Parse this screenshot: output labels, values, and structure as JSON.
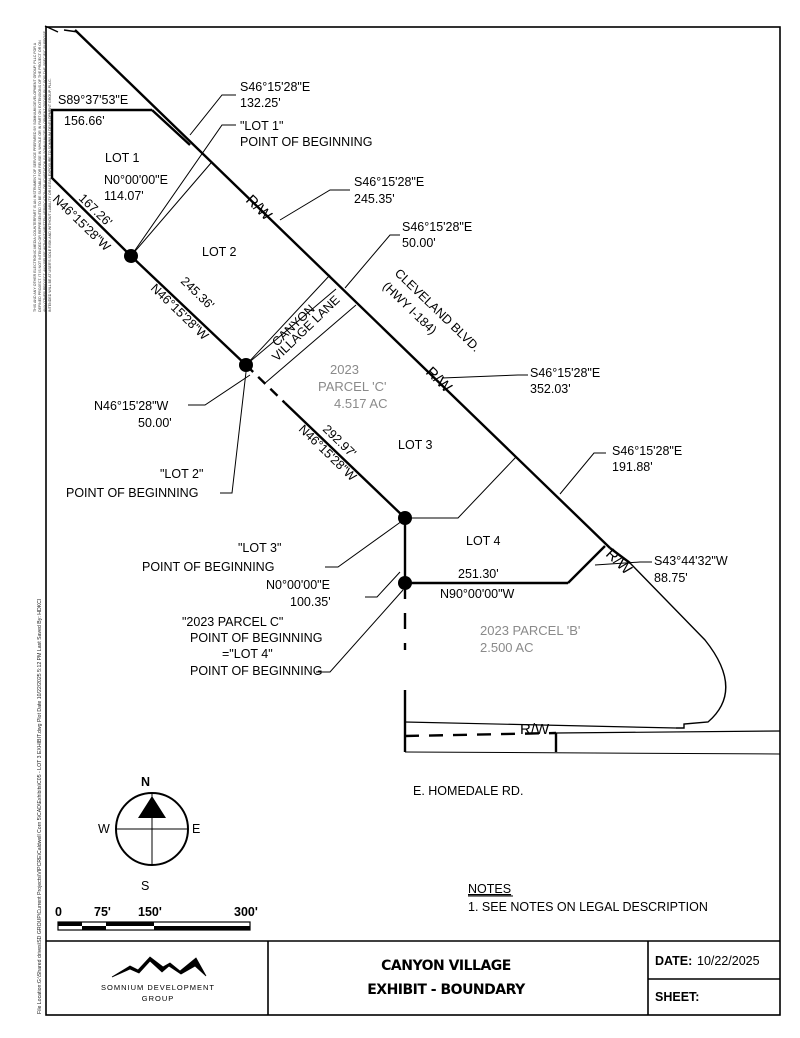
{
  "lots": {
    "lot1": "LOT 1",
    "lot2": "LOT 2",
    "lot3": "LOT 3",
    "lot4": "LOT 4"
  },
  "parcels": {
    "c_year": "2023",
    "c_name": "PARCEL 'C'",
    "c_area": "4.517 AC",
    "b_name": "2023 PARCEL 'B'",
    "b_area": "2.500 AC"
  },
  "streets": {
    "cleveland_1": "CLEVELAND BLVD.",
    "cleveland_2": "(HWY I-184)",
    "canyon_1": "CANYON",
    "canyon_2": "VILLAGE LANE",
    "homedale": "E. HOMEDALE RD.",
    "rw": "R/W"
  },
  "bearings": {
    "s89_bearing": "S89°37'53\"E",
    "s89_dist": "156.66'",
    "a_bearing": "S46°15'28\"E",
    "a_dist": "132.25'",
    "lot1_pob_1": "\"LOT 1\"",
    "lot1_pob_2": "POINT OF BEGINNING",
    "n0_bearing": "N0°00'00\"E",
    "n0_dist": "114.07'",
    "b_bearing": "S46°15'28\"E",
    "b_dist": "245.35'",
    "w167_dist": "167.26'",
    "w167_bearing": "N46°15'28\"W",
    "c_bearing": "S46°15'28\"E",
    "c_dist": "50.00'",
    "w245_dist": "245.36'",
    "w245_bearing": "N46°15'28\"W",
    "d_bearing": "S46°15'28\"E",
    "d_dist": "352.03'",
    "w50_bearing": "N46°15'28\"W",
    "w50_dist": "50.00'",
    "w292_dist": "292.97'",
    "w292_bearing": "N46°15'28\"W",
    "lot2_pob_1": "\"LOT 2\"",
    "lot2_pob_2": "POINT OF BEGINNING",
    "e_bearing": "S46°15'28\"E",
    "e_dist": "191.88'",
    "lot3_pob_1": "\"LOT 3\"",
    "lot3_pob_2": "POINT OF BEGINNING",
    "s43_bearing": "S43°44'32\"W",
    "s43_dist": "88.75'",
    "dist_251": "251.30'",
    "n90_bearing": "N90°00'00\"W",
    "n0b_bearing": "N0°00'00\"E",
    "n0b_dist": "100.35'",
    "pc_1": "\"2023 PARCEL C\"",
    "pc_2": "POINT OF BEGINNING",
    "pc_3": "=\"LOT 4\"",
    "pc_4": "POINT OF BEGINNING"
  },
  "compass": {
    "n": "N",
    "s": "S",
    "e": "E",
    "w": "W"
  },
  "scale": {
    "t0": "0",
    "t75": "75'",
    "t150": "150'",
    "t300": "300'"
  },
  "notes": {
    "heading": "NOTES",
    "item1": "1.   SEE NOTES ON LEGAL DESCRIPTION"
  },
  "title_block": {
    "company_1": "SOMNIUM DEVELOPMENT",
    "company_2": "GROUP",
    "title_1": "CANYON VILLAGE",
    "title_2": "EXHIBIT - BOUNDARY",
    "date_label": "DATE:",
    "date_value": "10/22/2025",
    "sheet_label": "SHEET:"
  },
  "side_text": {
    "disclaimer_1": "THIS AND ANY OTHER ELECTRONIC MEDIA COUNTERPART IS AN INSTRUMENT OF SERVICE PREPARED BY SOMNIUM DEVELOPMENT GROUP, PLLC FOR A",
    "disclaimer_2": "DEFINED PROJECT. IT IS NOT INTENDED OR REPRESENTED TO BE SUITABLE FOR REUSE IN WHOLE OR IN PART ON EXTENSIONS OF THE PROJECT OR ON",
    "disclaimer_3": "ANY OTHER PROJECT. ANY REUSE WITHOUT WRITTEN VERIFICATION OR ADAPTATION BY SOMNIUM DEVELOPMENT GROUP, PLLC FOR THE SPECIFIC PURPOSE",
    "disclaimer_4": "INTENDED WILL BE AT USER'S SOLE RISK AND WITHOUT LIABILITY OR LEGAL EXPOSURE TO SOMNIUM DEVELOPMENT GROUP, PLLC.",
    "file_path": "File Location:G:\\Shared drives\\SD GROUP\\Current Projects\\VIPCRE\\Caldwell Corn 5\\CAD\\Exhibits\\C05 - LOT 3 EXHIBIT.dwg Plot Date 10/22/2025 5:12 PM Last Saved By: HDKCI"
  }
}
